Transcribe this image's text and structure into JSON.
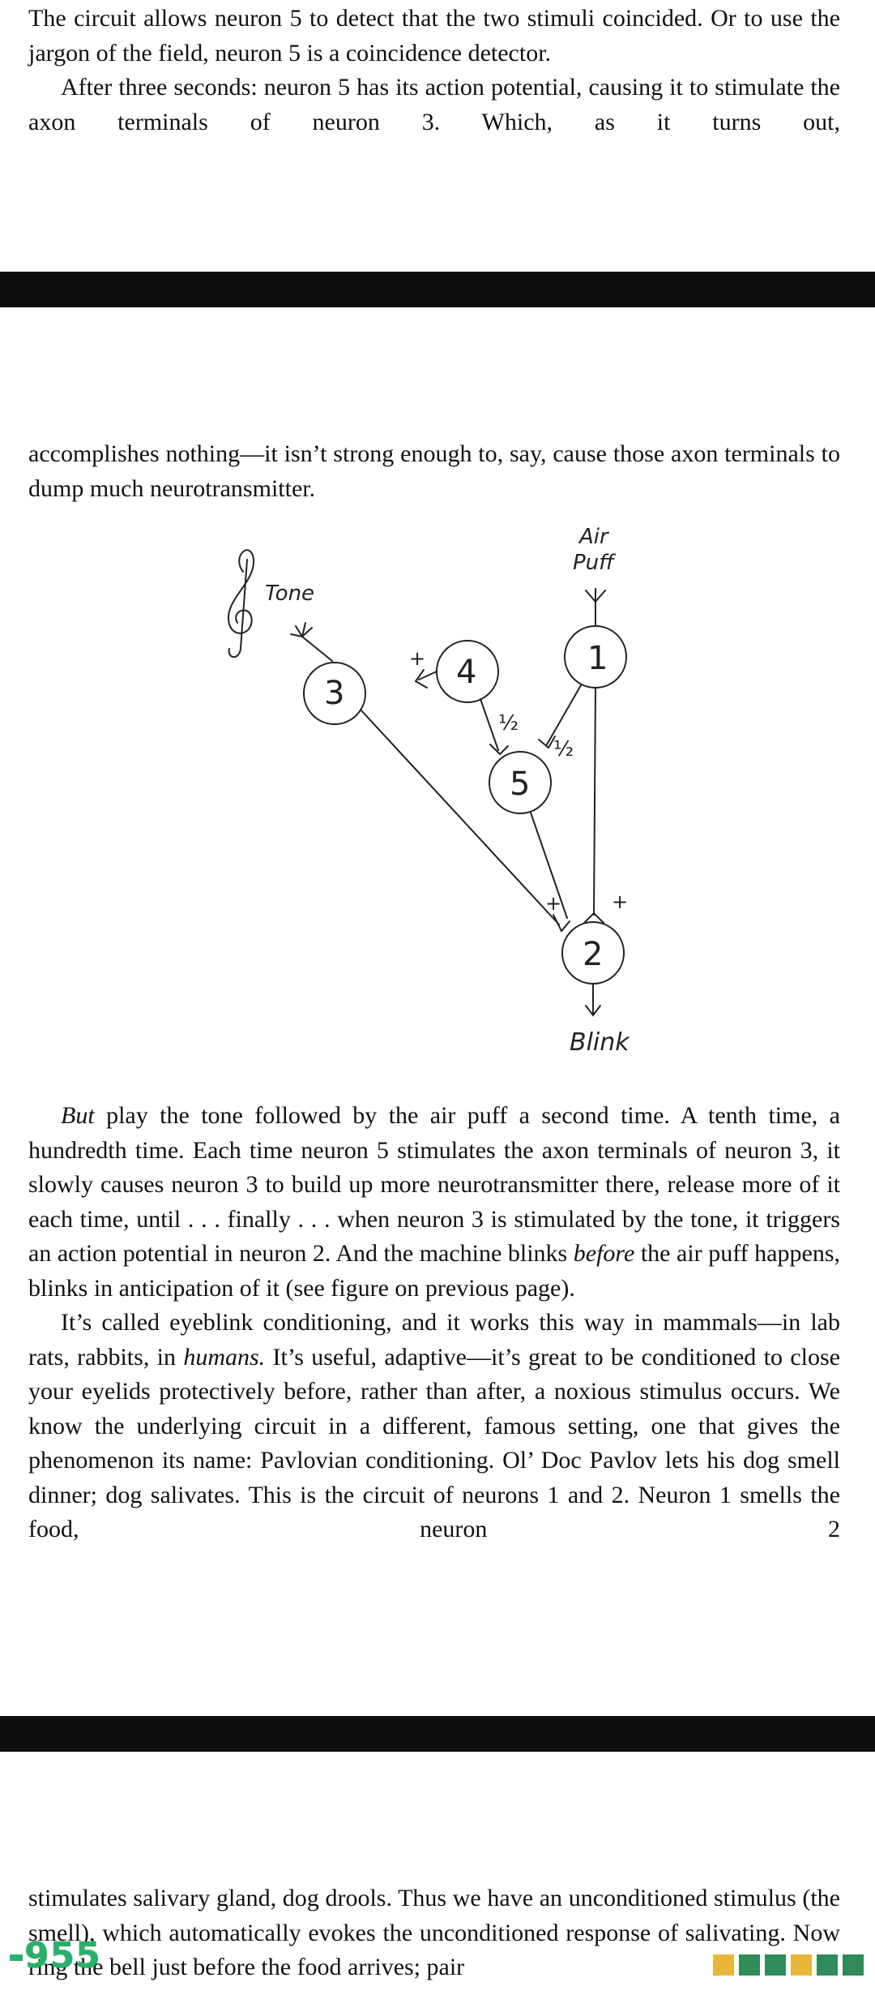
{
  "text": {
    "p1": "The circuit allows neuron 5 to detect that the two stimuli coincided. Or to use the jargon of the field, neuron 5 is a coincidence detector.",
    "p2": "After three seconds: neuron 5 has its action potential, causing it to stimulate the axon terminals of neuron 3. Which, as it turns out,",
    "p3": "accomplishes nothing—it isn’t strong enough to, say, cause those axon terminals to dump much neurotransmitter.",
    "p4_em": "But",
    "p4_a": " play the tone followed by the air puff a second time. A tenth time, a hundredth time. Each time neuron 5 stimulates the axon terminals of neuron 3, it slowly causes neuron 3 to build up more neurotransmitter there, release more of it each time, until . . . finally . . . when neuron 3 is stimulated by the tone, it triggers an action potential in neuron 2. And the machine blinks ",
    "p4_em2": "before",
    "p4_b": " the air puff happens, blinks in anticipation of it (see figure on previous page).",
    "p5_a": "It’s called eyeblink conditioning, and it works this way in mammals—in lab rats, rabbits, in ",
    "p5_em": "humans.",
    "p5_b": " It’s useful, adaptive—it’s great to be conditioned to close your eyelids protectively before, rather than after, a noxious stimulus occurs. We know the underlying circuit in a different, famous setting, one that gives the phenomenon its name: Pavlovian conditioning. Ol’ Doc Pavlov lets his dog smell dinner; dog salivates. This is the circuit of neurons 1 and 2. Neuron 1 smells the food, neuron 2",
    "p6": "stimulates salivary gland, dog drools. Thus we have an unconditioned stimulus (the smell), which automatically evokes the unconditioned response of salivating. Now ring the bell just before the food arrives; pair"
  },
  "figure": {
    "tone_label": "Tone",
    "air_label": "Air",
    "puff_label": "Puff",
    "blink_label": "Blink",
    "neuron_1": "1",
    "neuron_2": "2",
    "neuron_3": "3",
    "neuron_4": "4",
    "neuron_5": "5",
    "plus": "+",
    "half": "½"
  },
  "overlay": {
    "page_number": "955"
  },
  "colors": {
    "band": "#0d0f0e",
    "badge": "#29b06a",
    "progress": [
      "#e8b73a",
      "#2f8b57",
      "#2f8b57",
      "#e8b73a",
      "#2f8b57",
      "#2f8b57"
    ]
  }
}
